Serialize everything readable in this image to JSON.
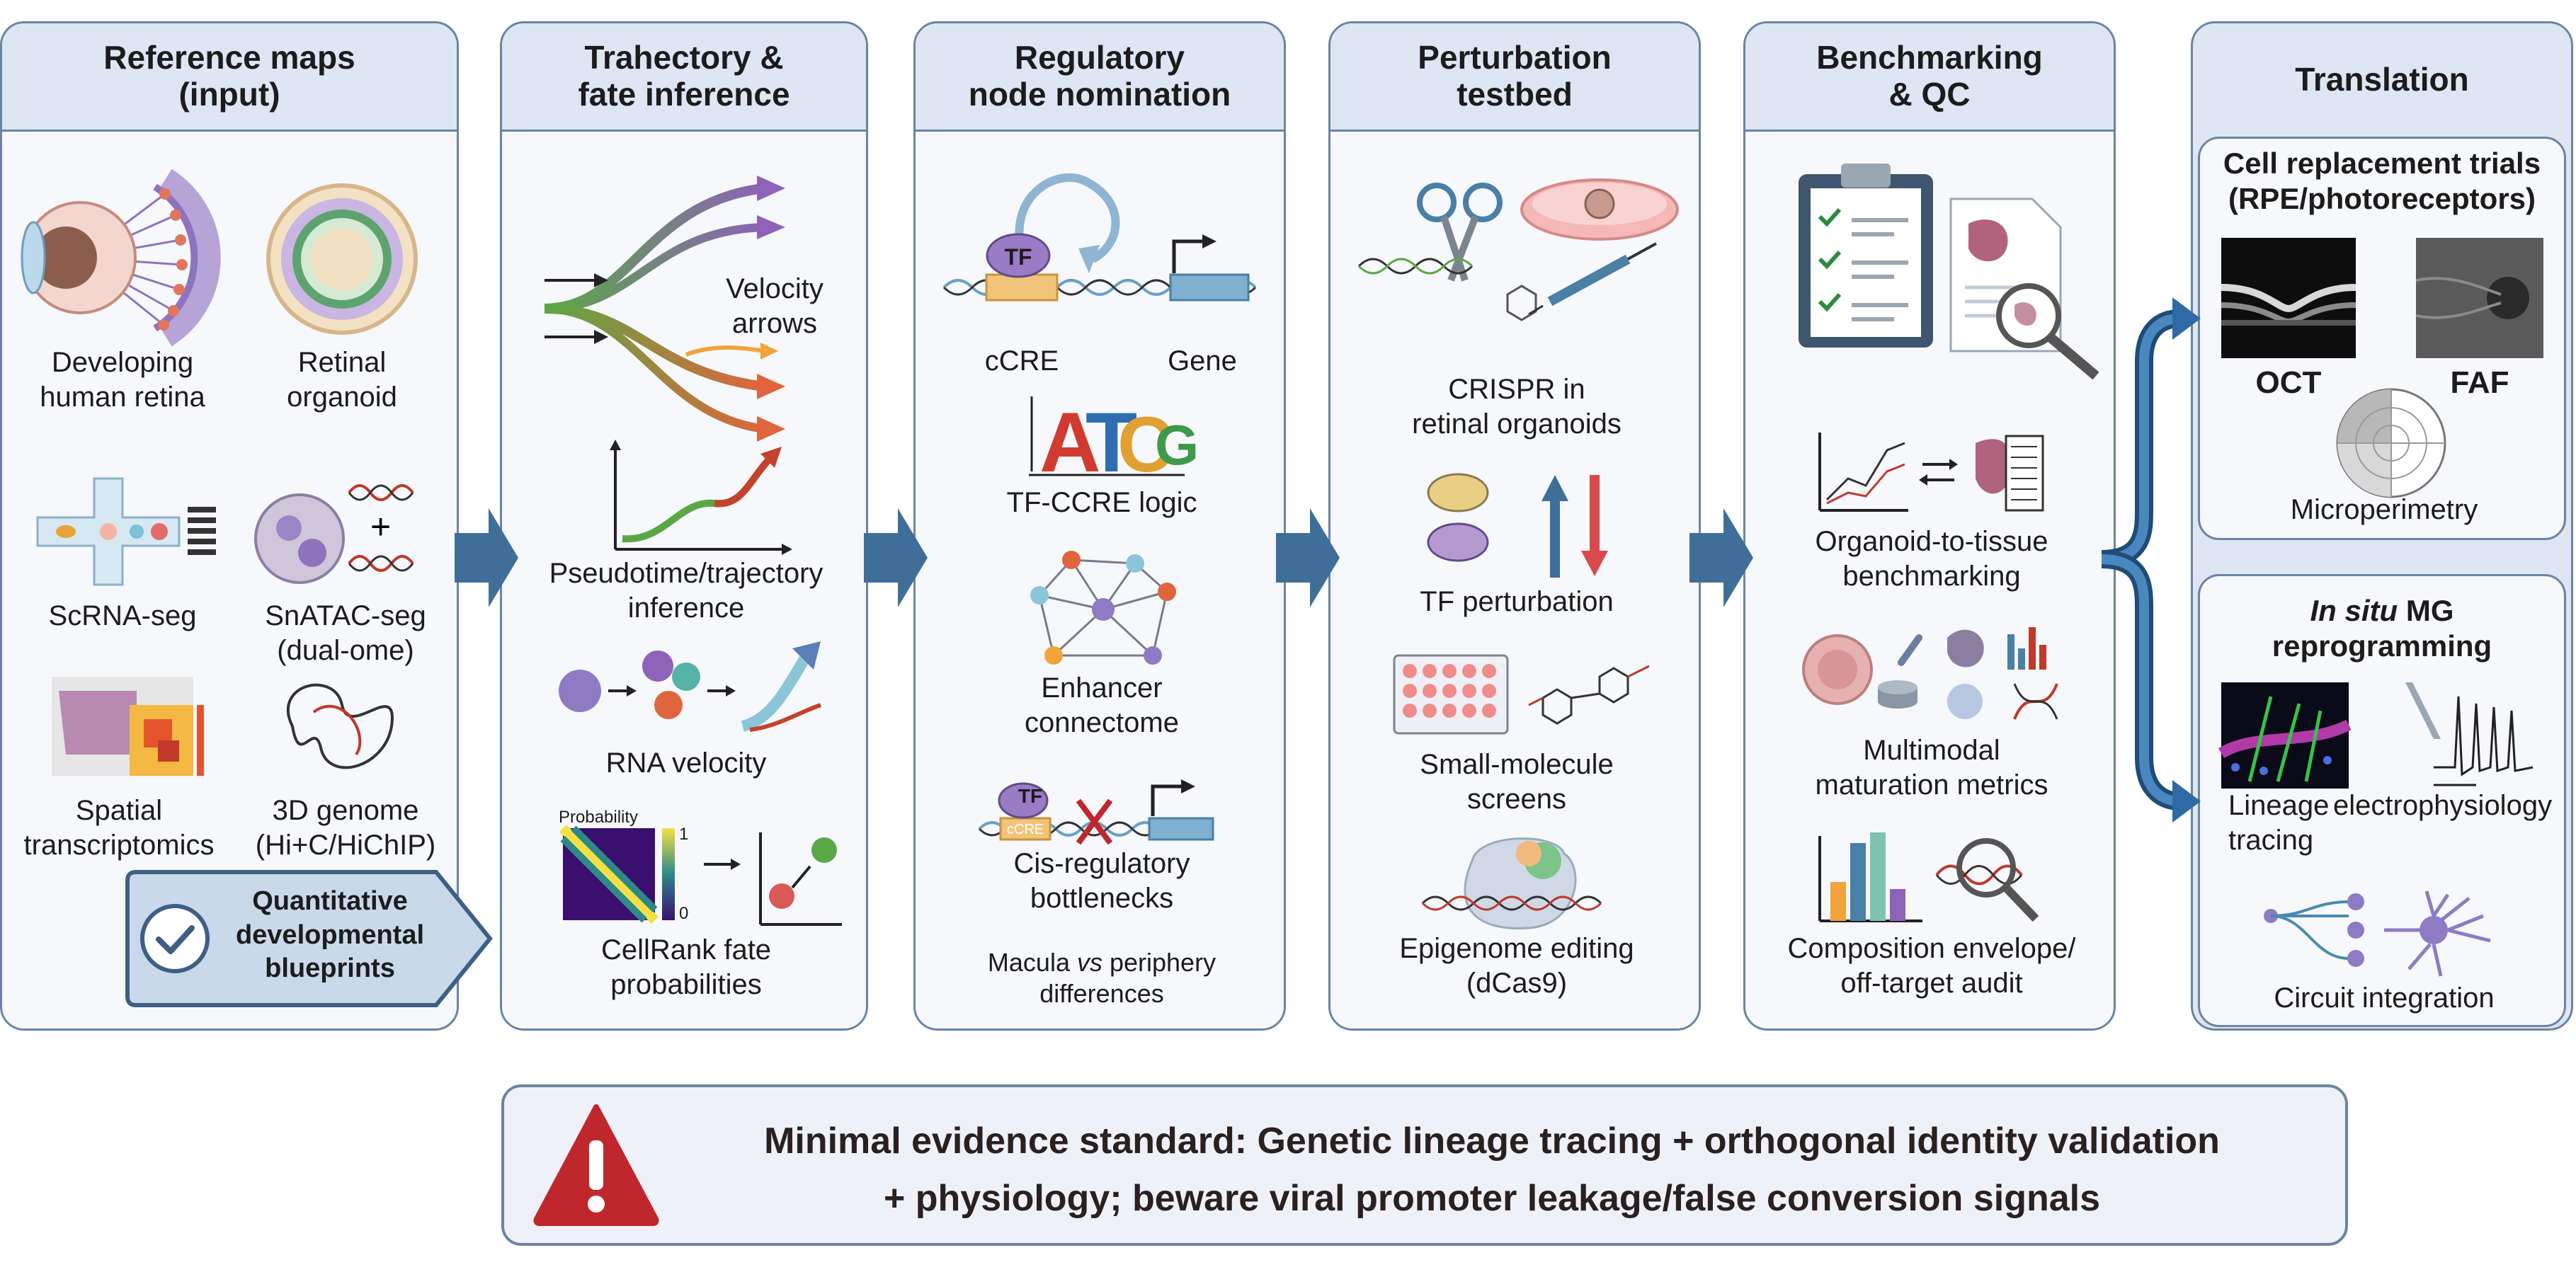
{
  "panels": [
    {
      "title": [
        "Reference maps",
        "(input)"
      ],
      "labels": {
        "retina": [
          "Developing",
          "human retina"
        ],
        "organoid": [
          "Retinal",
          "organoid"
        ],
        "scrna": "ScRNA-seg",
        "snatac": [
          "SnATAC-seg",
          "(dual-ome)"
        ],
        "spatial": [
          "Spatial",
          "transcriptomics"
        ],
        "genome": [
          "3D genome",
          "(Hi+C/HiChIP)"
        ]
      },
      "callout": [
        "Quantitative",
        "developmental",
        "blueprints"
      ]
    },
    {
      "title": [
        "Trahectory &",
        "fate inference"
      ],
      "labels": {
        "velocity_arrows": [
          "Velocity",
          "arrows"
        ],
        "pseudotime": [
          "Pseudotime/trajectory",
          "inference"
        ],
        "rna_velocity": "RNA velocity",
        "probability": "Probability",
        "scale_max": "1",
        "scale_min": "0",
        "cellrank": [
          "CellRank fate",
          "probabilities"
        ]
      }
    },
    {
      "title": [
        "Regulatory",
        "node nomination"
      ],
      "labels": {
        "tf": "TF",
        "ccre": "cCRE",
        "gene": "Gene",
        "logo_letters": [
          "A",
          "T",
          "C",
          "G"
        ],
        "tf_ccre": "TF-CCRE logic",
        "enhancer": [
          "Enhancer",
          "connectome"
        ],
        "tf2": "TF",
        "ccre2": "cCRE",
        "bottleneck": [
          "Cis-regulatory",
          "bottlenecks"
        ],
        "macula_a": "Macula ",
        "macula_vs": "vs",
        "macula_b": " periphery",
        "macula_c": "differences"
      }
    },
    {
      "title": [
        "Perturbation",
        "testbed"
      ],
      "labels": {
        "crispr": [
          "CRISPR in",
          "retinal organoids"
        ],
        "tf_pert": "TF perturbation",
        "small_mol": [
          "Small-molecule",
          "screens"
        ],
        "epigenome": [
          "Epigenome editing",
          "(dCas9)"
        ]
      }
    },
    {
      "title": [
        "Benchmarking",
        "& QC"
      ],
      "labels": {
        "organoid_tissue": [
          "Organoid-to-tissue",
          "benchmarking"
        ],
        "multimodal": [
          "Multimodal",
          "maturation metrics"
        ],
        "composition": [
          "Composition envelope/",
          "off-target audit"
        ]
      }
    },
    {
      "title": [
        "Translation"
      ],
      "cell_replacement": {
        "title": [
          "Cell replacement trials",
          "(RPE/photoreceptors)"
        ],
        "oct": "OCT",
        "faf": "FAF",
        "microperimetry": "Microperimetry"
      },
      "mg": {
        "title_italic": "In situ",
        "title_rest": " MG",
        "title_line2": "reprogramming",
        "lineage": [
          "Lineage",
          "tracing"
        ],
        "electro": "electrophysiology",
        "circuit": "Circuit integration"
      }
    }
  ],
  "banner": {
    "line1": "Minimal evidence standard: Genetic lineage tracing + orthogonal identity validation",
    "line2": "+ physiology; beware viral promoter leakage/false conversion signals"
  },
  "colors": {
    "panel_border": "#6b84a3",
    "panel_head": "#dde6f2",
    "panel_body": "#f6f8fb",
    "flow_arrow": "#3f6f99",
    "warning_red": "#c0272d",
    "purple": "#8a72b8",
    "teal": "#4ea7a0"
  }
}
